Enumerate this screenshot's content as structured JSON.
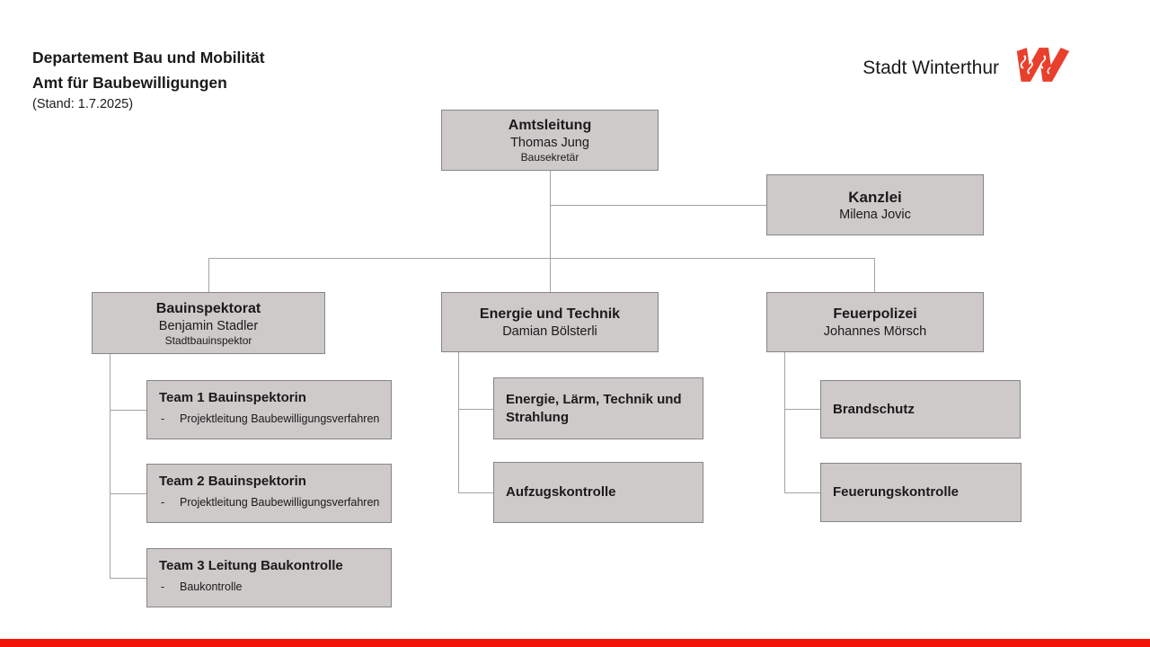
{
  "header": {
    "title_line1": "Departement Bau und Mobilität",
    "title_line2": "Amt für Baubewilligungen",
    "stand": "(Stand: 1.7.2025)"
  },
  "logo": {
    "text": "Stadt Winterthur"
  },
  "colors": {
    "box_fill": "#cdcac9",
    "box_border": "#868686",
    "connector": "#a3a3a3",
    "logo_red": "#e8402c",
    "footer_red": "#f21408",
    "text": "#1a1a1a"
  },
  "org": {
    "bullet_dash": "-",
    "amtsleitung": {
      "title": "Amtsleitung",
      "name": "Thomas Jung",
      "role": "Bausekretär"
    },
    "kanzlei": {
      "title": "Kanzlei",
      "name": "Milena Jovic"
    },
    "bauinspektorat": {
      "title": "Bauinspektorat",
      "name": "Benjamin Stadler",
      "role": "Stadtbauinspektor"
    },
    "energie_technik": {
      "title": "Energie und Technik",
      "name": "Damian Bölsterli"
    },
    "feuerpolizei": {
      "title": "Feuerpolizei",
      "name": "Johannes Mörsch"
    },
    "teams": [
      {
        "title": "Team 1 Bauinspektorin",
        "bullet": "Projektleitung Baubewilligungsverfahren"
      },
      {
        "title": "Team 2 Bauinspektorin",
        "bullet": "Projektleitung Baubewilligungsverfahren"
      },
      {
        "title": "Team 3 Leitung Baukontrolle",
        "bullet": "Baukontrolle"
      }
    ],
    "energie_units": [
      {
        "title": "Energie, Lärm, Technik und Strahlung"
      },
      {
        "title": "Aufzugskontrolle"
      }
    ],
    "feuer_units": [
      {
        "title": "Brandschutz"
      },
      {
        "title": "Feuerungskontrolle"
      }
    ]
  }
}
